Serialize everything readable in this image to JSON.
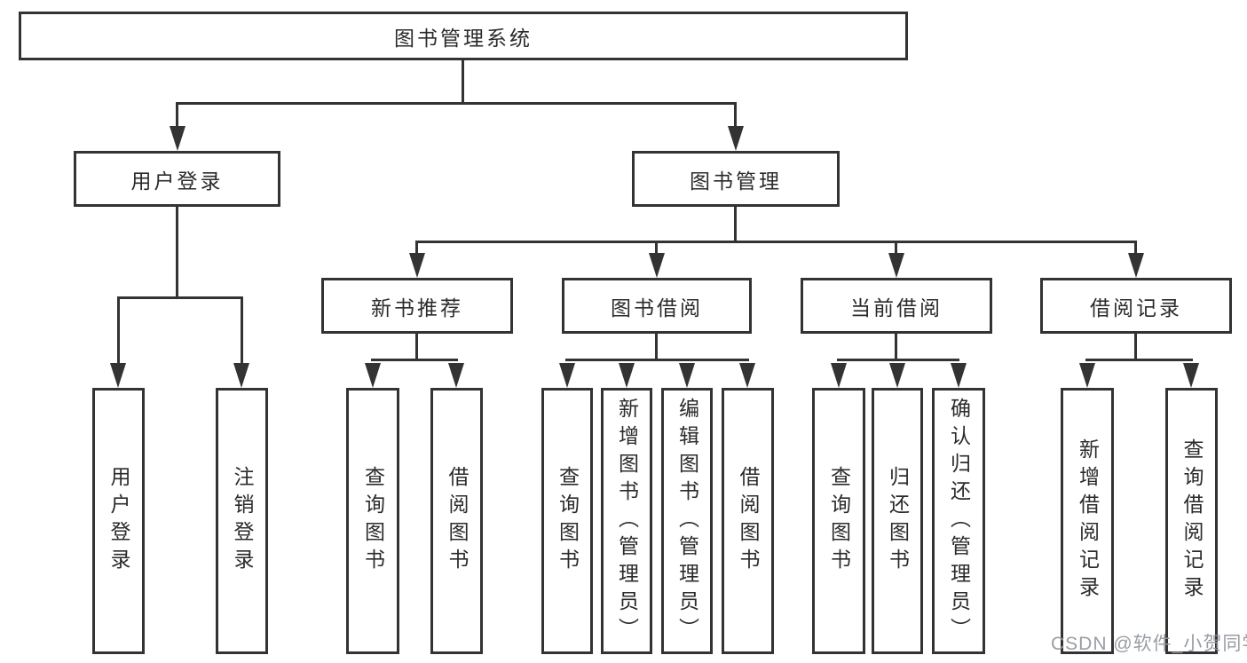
{
  "nodes": {
    "root": "图书管理系统",
    "user_login": "用户登录",
    "book_mgmt": "图书管理",
    "new_book": "新书推荐",
    "book_borrow": "图书借阅",
    "current_borrow": "当前借阅",
    "borrow_record": "借阅记录"
  },
  "leaves": {
    "user_login": [
      "用户登录",
      "注销登录"
    ],
    "new_book": [
      "查询图书",
      "借阅图书"
    ],
    "book_borrow": [
      "查询图书",
      "新增图书（管理员）",
      "编辑图书（管理员）",
      "借阅图书"
    ],
    "current_borrow": [
      "查询图书",
      "归还图书",
      "确认归还（管理员）"
    ],
    "borrow_record": [
      "新增借阅记录",
      "查询借阅记录"
    ]
  },
  "watermark": "CSDN @软件_小贺同学",
  "colors": {
    "line": "#333333",
    "text": "#2b2b2b",
    "watermark": "#94999e",
    "background": "#ffffff"
  }
}
